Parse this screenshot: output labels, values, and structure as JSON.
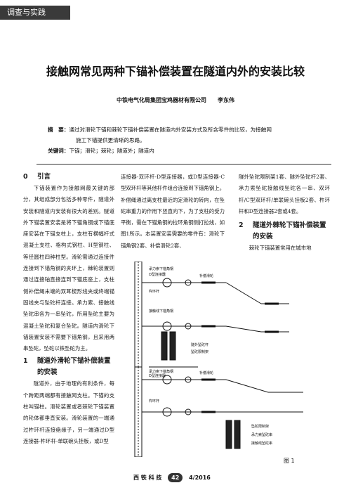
{
  "section_tab": "调查与实践",
  "title": "接触网常见两种下锚补偿装置在隧道内外的安装比较",
  "affiliation": "中铁电气化局集团宝鸡器材有限公司　　李东伟",
  "abstract": {
    "label": "摘　要：",
    "text1": "通过对滑轮下锚和棘轮下锚补偿装置在隧道内外安装方式及所含零件的比较，为接触网",
    "text2": "施工下锚提供更清晰的思路。",
    "kw_label": "关键词：",
    "keywords": "下锚；滑轮；棘轮；隧道外；隧道内"
  },
  "col1": {
    "h0_num": "0",
    "h0": "引言",
    "p1": "下锚装置作为接触网最关键的部分，其组成部分包括多种零件，隧道外安装和隧道内安装有很大的差别。隧道外下锚装置安装是将下锚角钢或下锚底座安装在下锚支柱上，支柱有横幅杆式混凝土支柱、格构式钢柱、H型钢柱、等径圆柱四种柱型。滑轮需通过连接件连接到下锚角钢的夹环上，棘轮装置则通过连接轴直接连到下锚底座上，支柱侧补偿绳末端的双耳楔形线夹或终端锚固线夹与坠砣杆连接。承力索、接触线坠砣串各为一串坠砣，所用坠砣主要为混凝土坠砣和复合坠砣。隧道内滑轮下锚装置安装不需要下锚角钢，且采用两串坠砣，坠砣以铁坠砣为主。",
    "h1_num": "1",
    "h1a": "隧道外滑轮下锚补偿装置",
    "h1b": "的安装",
    "p2": "隧道外，由于地理的有利条件，每个跨距两端都有接触网支柱。下锚的支柱叫锚柱。滑轮装置或者棘轮下锚装置的轮体都垂直安装。滑轮装置的一端通过杵环杆连接绝缘子，另一端通过D型连接器-杵环杆-单联碗头挂板，或D型"
  },
  "col2": {
    "p1": "连接器-双环杆-D型连接器，或D型连接器-C型双环杆等其他杆件组合连接到下锚角钢上。补偿绳通过离支柱最近的定滑轮的转向，在坠砣串重力的作用下竖直向下，为了支柱的受力平衡，需在下锚角钢的拉环角钢侧打拉线，如图1所示。本装置安装需要的零件有：滑轮下锚角钢2套、补偿滑轮2套、"
  },
  "col3": {
    "p1": "隧外坠砣限制架1套、隧外坠砣杆2套、承力索坠砣接触线坠砣各一串、双环杆/C型双环杆/单联碗头挂板2套、杵环杆和D型连接器2套或4套。",
    "h2_num": "2",
    "h2a": "隧道外棘轮下锚补偿装置",
    "h2b": "的安装",
    "p2": "棘轮下锚装置常用在城市地"
  },
  "figure": {
    "caption": "图 1",
    "labels_top": [
      "承力索下锚角钢",
      "D型连接器",
      "补偿滑轮",
      "杵环杆",
      "接触线下锚角钢",
      "隧外坠砣杆",
      "坠砣限制架"
    ],
    "labels_bottom": [
      "承力索下锚角钢",
      "D型连接器",
      "补偿滑轮",
      "杵环杆",
      "坠砣限制架",
      "承力索坠砣串",
      "接触线坠砣串"
    ]
  },
  "footer": {
    "journal": "西 铁 科 技",
    "page": "42",
    "issue": "4/2016"
  }
}
